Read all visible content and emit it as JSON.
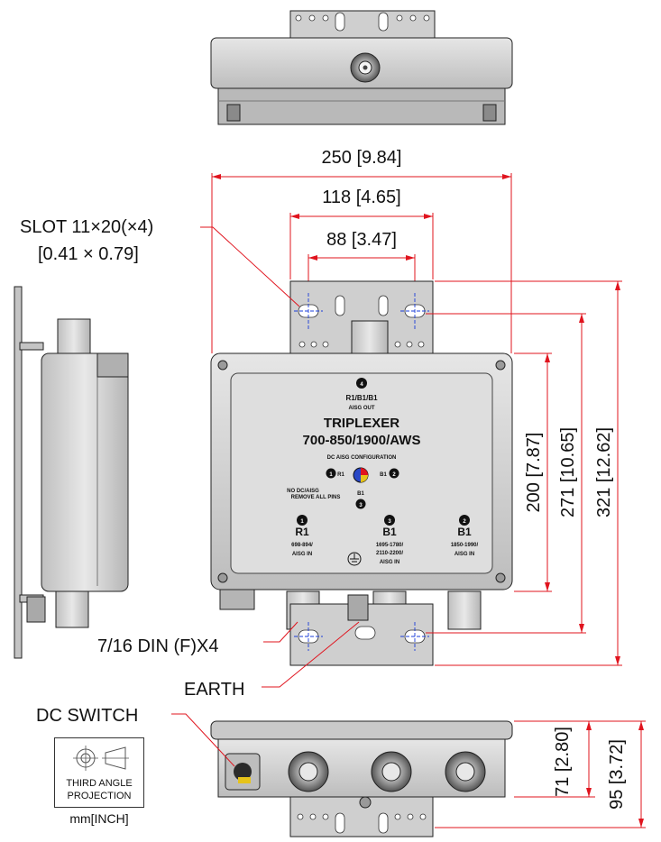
{
  "dimensions": {
    "width_250": "250 [9.84]",
    "width_118": "118 [4.65]",
    "width_88": "88 [3.47]",
    "height_200": "200 [7.87]",
    "height_271": "271 [10.65]",
    "height_321": "321 [12.62]",
    "depth_71": "71 [2.80]",
    "depth_95": "95 [3.72]"
  },
  "callouts": {
    "slot_line1": "SLOT 11×20(×4)",
    "slot_line2": "[0.41 × 0.79]",
    "din": "7/16 DIN (F)X4",
    "earth": "EARTH",
    "dc_switch": "DC SWITCH"
  },
  "label_plate": {
    "port4_num": "4",
    "port4_name": "R1/B1/B1",
    "port4_sub": "AISG OUT",
    "title1": "TRIPLEXER",
    "title2": "700-850/1900/AWS",
    "dc_config": "DC AISG CONFIGURATION",
    "cfg_1": "1",
    "cfg_r1": "R1",
    "cfg_b1": "B1",
    "cfg_2": "2",
    "cfg_b1_bottom": "B1",
    "cfg_3": "3",
    "no_dc_1": "NO DC/AISG",
    "no_dc_2": "REMOVE ALL PINS",
    "ports": [
      {
        "num": "1",
        "band": "R1",
        "freq": "698-894/",
        "sub": "AISG IN"
      },
      {
        "num": "3",
        "band": "B1",
        "freq": "1695-1780/",
        "freq2": "2110-2200/",
        "sub": "AISG IN"
      },
      {
        "num": "2",
        "band": "B1",
        "freq": "1850-1990/",
        "sub": "AISG IN"
      }
    ]
  },
  "projection": {
    "line1": "THIRD ANGLE",
    "line2": "PROJECTION",
    "units": "mm[INCH]"
  },
  "colors": {
    "dimension_line": "#e0141e",
    "center_line": "#1a3cd8",
    "housing": "#c9c9c9",
    "plate": "#d9d9d9"
  }
}
